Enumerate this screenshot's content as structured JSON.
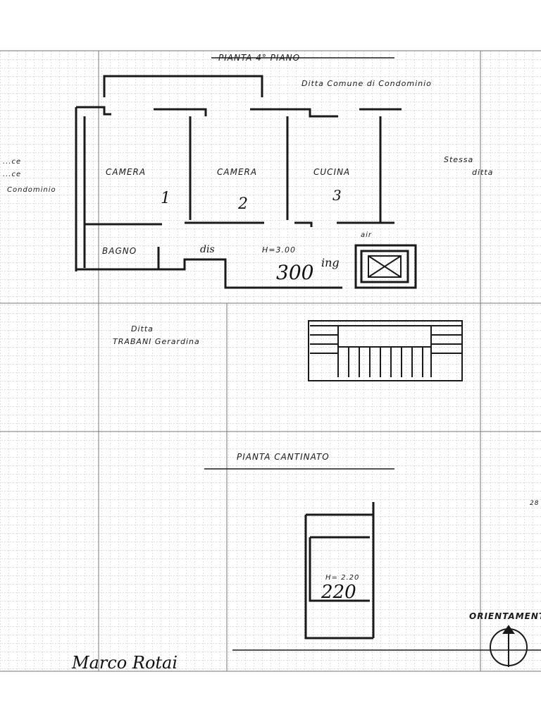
{
  "sheet": {
    "title": "PIANTA 4° PIANO",
    "neighbor_top": "Ditta Comune di Condominio",
    "neighbor_left": [
      "...ce",
      "...ce",
      "Condominio"
    ],
    "neighbor_right": [
      "Stessa",
      "ditta"
    ],
    "neighbor_middle": [
      "Ditta",
      "TRABANI Gerardina"
    ],
    "basement_title": "PIANTA CANTINATO",
    "orientation": "ORIENTAMENT",
    "signature": "Marco Rotai"
  },
  "rooms": [
    {
      "name": "CAMERA",
      "number": "1"
    },
    {
      "name": "CAMERA",
      "number": "2"
    },
    {
      "name": "CUCINA",
      "number": "3"
    },
    {
      "name": "BAGNO"
    }
  ],
  "annotations": {
    "dis": "dis",
    "height_label": "H=3.00",
    "height_handwritten": "300",
    "height_suffix": "ing",
    "air_label": "air",
    "basement_height_label": "H= 2.20",
    "basement_height_handwritten": "220",
    "corner_mark": "28"
  },
  "colors": {
    "line": "#1a1a1a",
    "grid": "#9a9a9a",
    "paper": "#ffffff"
  }
}
